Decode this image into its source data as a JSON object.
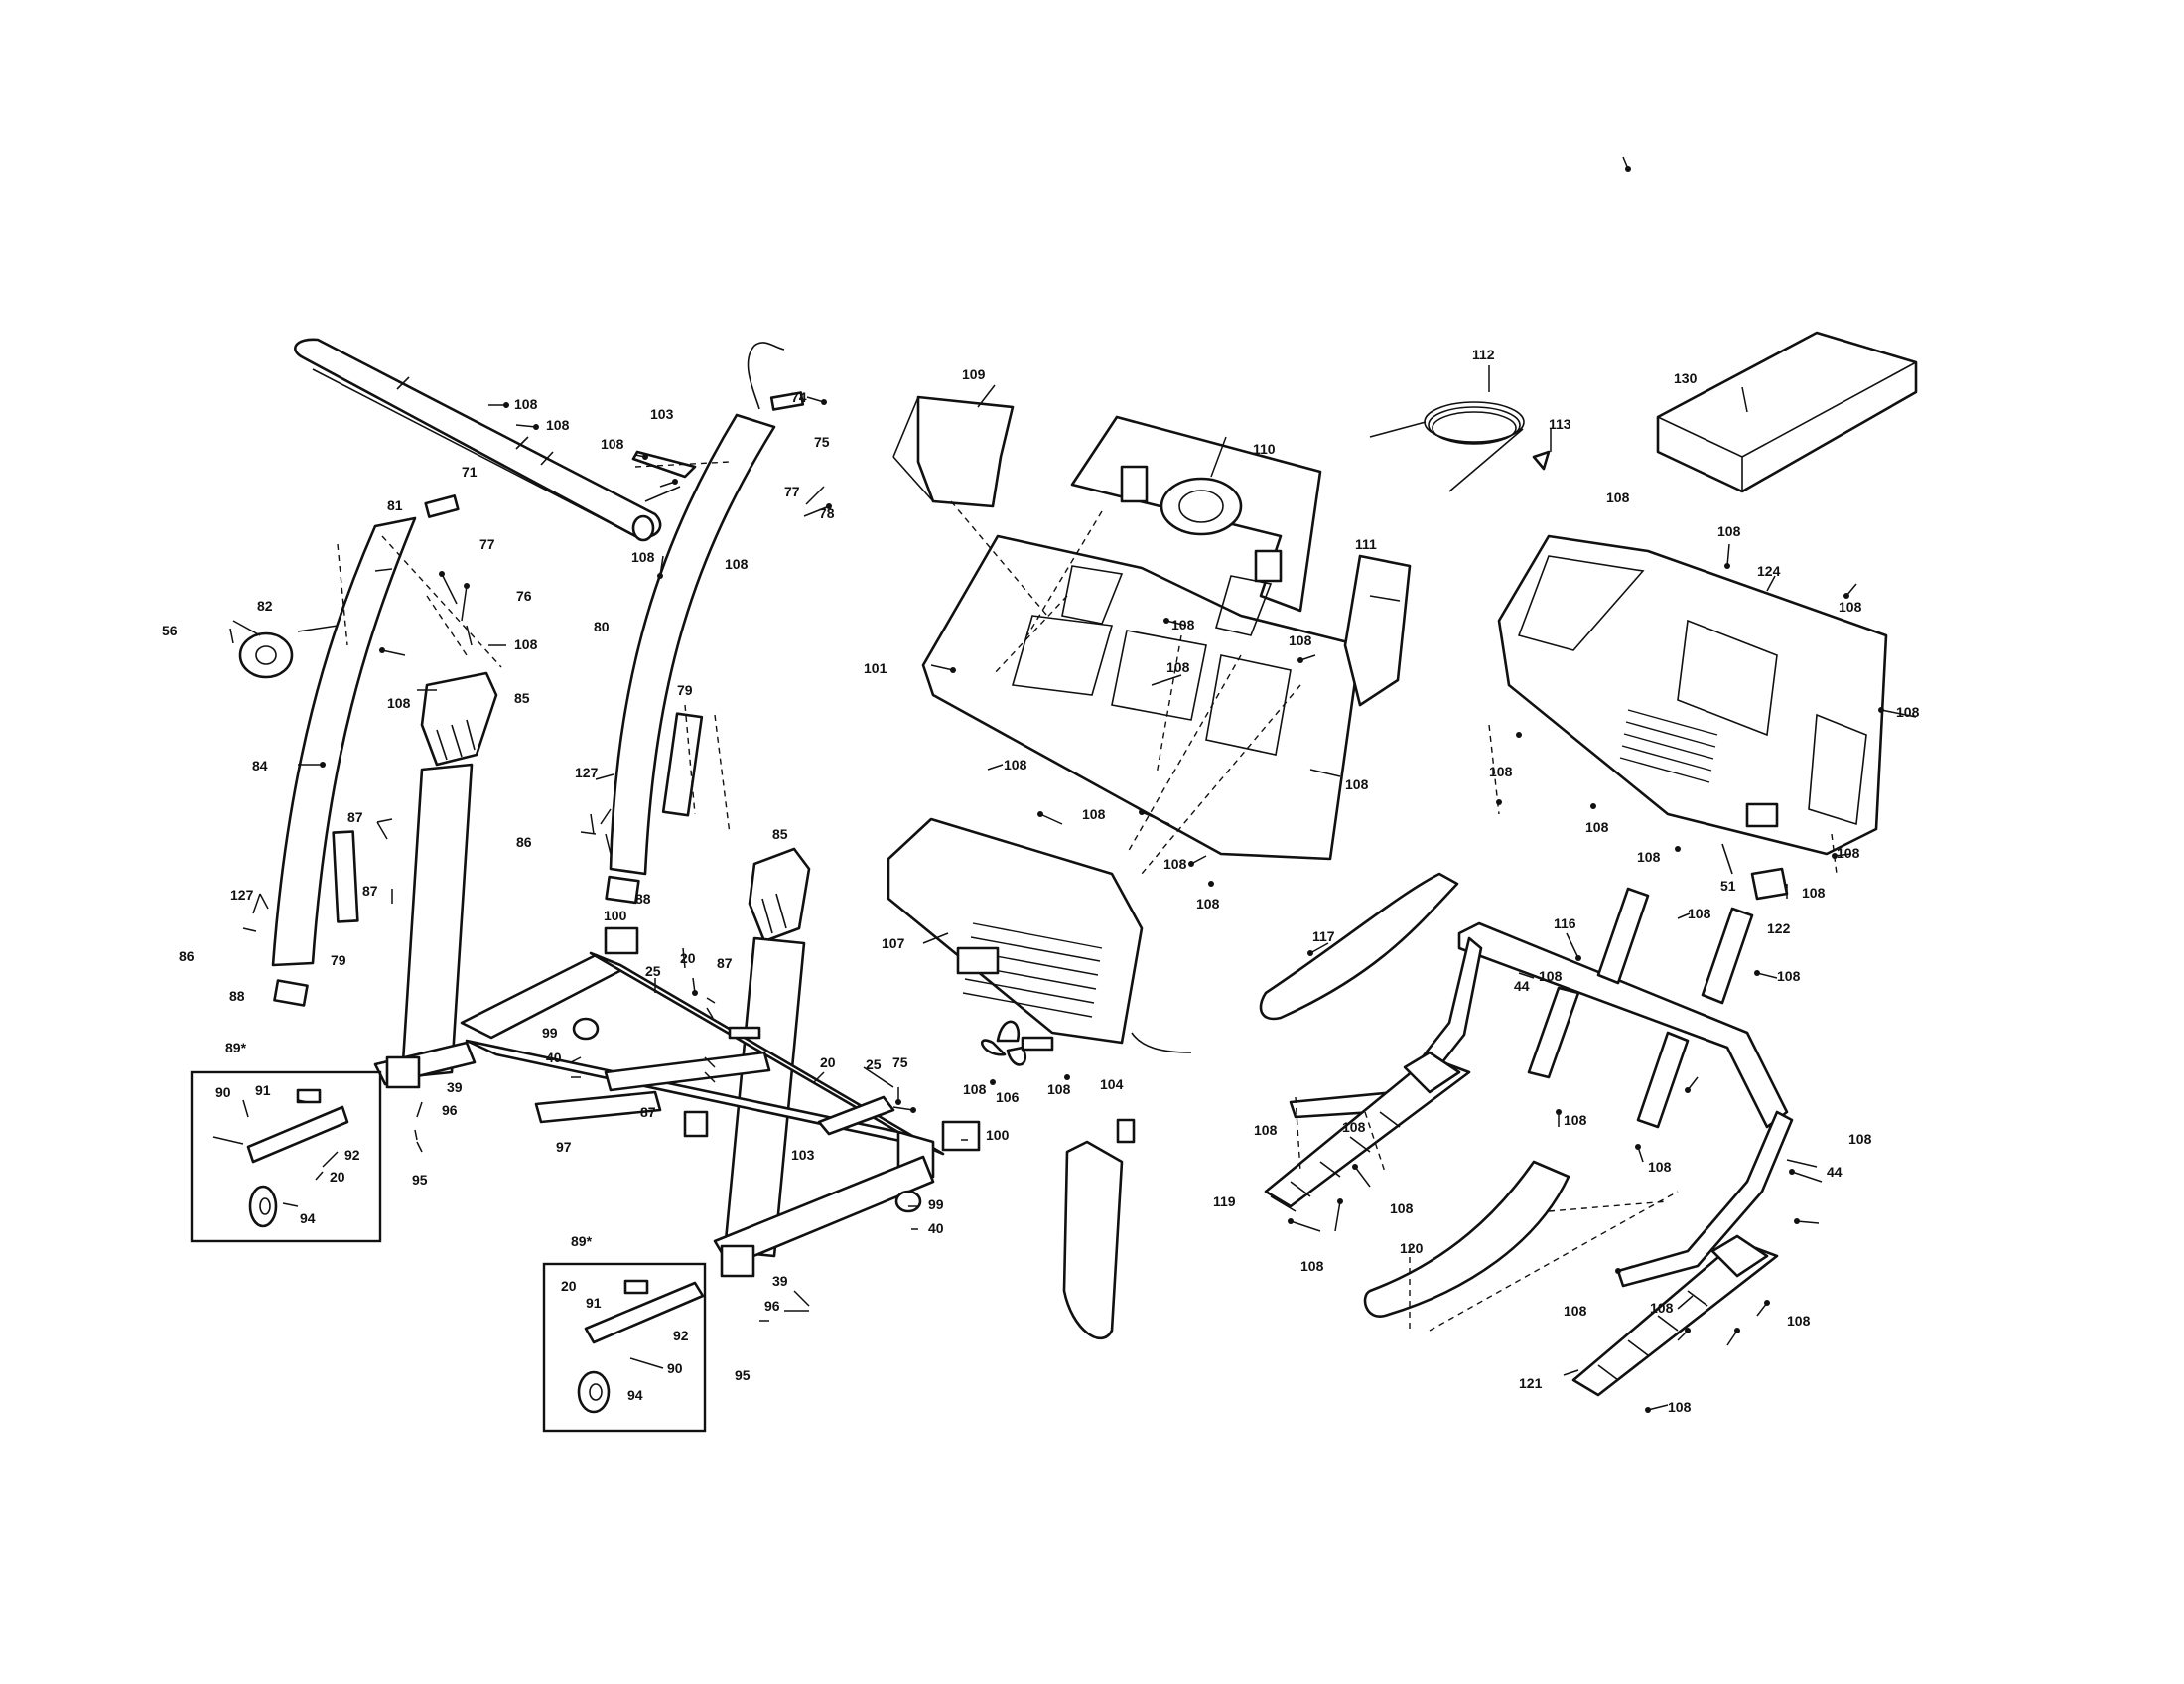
{
  "diagram": {
    "labels": {
      "p20a": "20",
      "p20b": "20",
      "p20c": "20",
      "p20d": "20",
      "p25a": "25",
      "p25b": "25",
      "p39a": "39",
      "p39b": "39",
      "p40a": "40",
      "p40b": "40",
      "p44a": "44",
      "p44b": "44",
      "p51": "51",
      "p56": "56",
      "p71": "71",
      "p74": "74",
      "p75a": "75",
      "p75b": "75",
      "p76": "76",
      "p77a": "77",
      "p77b": "77",
      "p78": "78",
      "p79a": "79",
      "p79b": "79",
      "p80": "80",
      "p81": "81",
      "p82": "82",
      "p84": "84",
      "p85a": "85",
      "p85b": "85",
      "p86a": "86",
      "p86b": "86",
      "p87a": "87",
      "p87b": "87",
      "p87c": "87",
      "p87d": "87",
      "p88a": "88",
      "p88b": "88",
      "p89a": "89*",
      "p89b": "89*",
      "p90a": "90",
      "p90b": "90",
      "p91a": "91",
      "p91b": "91",
      "p92a": "92",
      "p92b": "92",
      "p94a": "94",
      "p94b": "94",
      "p95a": "95",
      "p95b": "95",
      "p96a": "96",
      "p96b": "96",
      "p97": "97",
      "p99a": "99",
      "p99b": "99",
      "p100a": "100",
      "p100b": "100",
      "p101": "101",
      "p103a": "103",
      "p103b": "103",
      "p104": "104",
      "p106": "106",
      "p107": "107",
      "p108a": "108",
      "p108b": "108",
      "p108c": "108",
      "p108d": "108",
      "p108e": "108",
      "p108f": "108",
      "p108g": "108",
      "p108h": "108",
      "p108i": "108",
      "p108j": "108",
      "p108k": "108",
      "p108l": "108",
      "p108m": "108",
      "p108n": "108",
      "p108o": "108",
      "p108p": "108",
      "p108q": "108",
      "p108r": "108",
      "p108s": "108",
      "p108t": "108",
      "p108u": "108",
      "p108v": "108",
      "p108w": "108",
      "p108x": "108",
      "p108y": "108",
      "p108z": "108",
      "p108aa": "108",
      "p108ab": "108",
      "p108ac": "108",
      "p108ad": "108",
      "p108ae": "108",
      "p108af": "108",
      "p108ag": "108",
      "p108ah": "108",
      "p108ai": "108",
      "p108aj": "108",
      "p108ak": "108",
      "p108al": "108",
      "p108am": "108",
      "p108an": "108",
      "p109": "109",
      "p110": "110",
      "p111": "111",
      "p112": "112",
      "p113": "113",
      "p116": "116",
      "p117": "117",
      "p119": "119",
      "p120": "120",
      "p121": "121",
      "p122": "122",
      "p124": "124",
      "p127a": "127",
      "p127b": "127",
      "p130": "130"
    }
  }
}
